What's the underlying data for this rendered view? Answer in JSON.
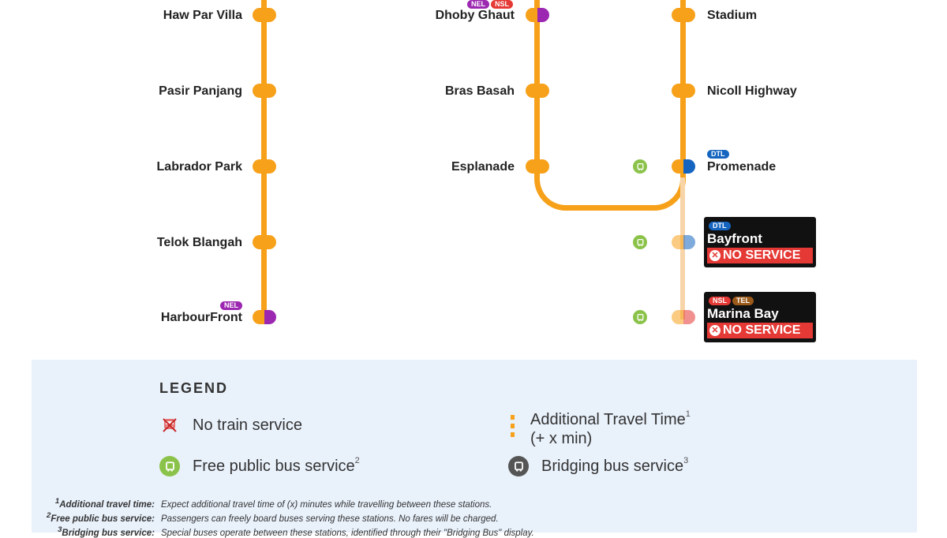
{
  "stations_left": [
    {
      "name": "Haw Par Villa"
    },
    {
      "name": "Pasir Panjang"
    },
    {
      "name": "Labrador Park"
    },
    {
      "name": "Telok Blangah"
    },
    {
      "name": "HarbourFront",
      "tag": "NEL"
    }
  ],
  "stations_middle": [
    {
      "name": "Dhoby Ghaut",
      "tags": [
        "NEL",
        "NSL"
      ]
    },
    {
      "name": "Bras Basah"
    },
    {
      "name": "Esplanade"
    }
  ],
  "stations_right": [
    {
      "name": "Stadium"
    },
    {
      "name": "Nicoll Highway"
    },
    {
      "name": "Promenade",
      "tag": "DTL"
    }
  ],
  "no_service_stations": [
    {
      "name": "Bayfront",
      "tags": [
        "DTL"
      ],
      "status": "NO SERVICE"
    },
    {
      "name": "Marina Bay",
      "tags": [
        "NSL",
        "TEL"
      ],
      "status": "NO SERVICE"
    }
  ],
  "colors": {
    "ccl": "#f7a11a",
    "nel": "#9c27b0",
    "nsl": "#e53935",
    "dtl": "#1565c0",
    "tel": "#9c5a1a",
    "bus_free": "#8bc34a",
    "bus_bridge": "#555555"
  },
  "legend": {
    "title": "LEGEND",
    "no_train": "No train service",
    "free_bus": "Free public bus service",
    "free_bus_sup": "2",
    "additional_time": "Additional Travel Time",
    "additional_time_sup": "1",
    "additional_time_sub": "(+ x min)",
    "bridging_bus": "Bridging bus service",
    "bridging_bus_sup": "3"
  },
  "footnotes": [
    {
      "num": "1",
      "key": "Additional travel time:",
      "text": "Expect additional travel time of (x) minutes while travelling between these stations."
    },
    {
      "num": "2",
      "key": "Free public bus service:",
      "text": "Passengers can freely board buses serving these stations. No fares will be charged."
    },
    {
      "num": "3",
      "key": "Bridging bus service:",
      "text": "Special buses operate between these stations, identified through their \"Bridging Bus\" display."
    }
  ]
}
